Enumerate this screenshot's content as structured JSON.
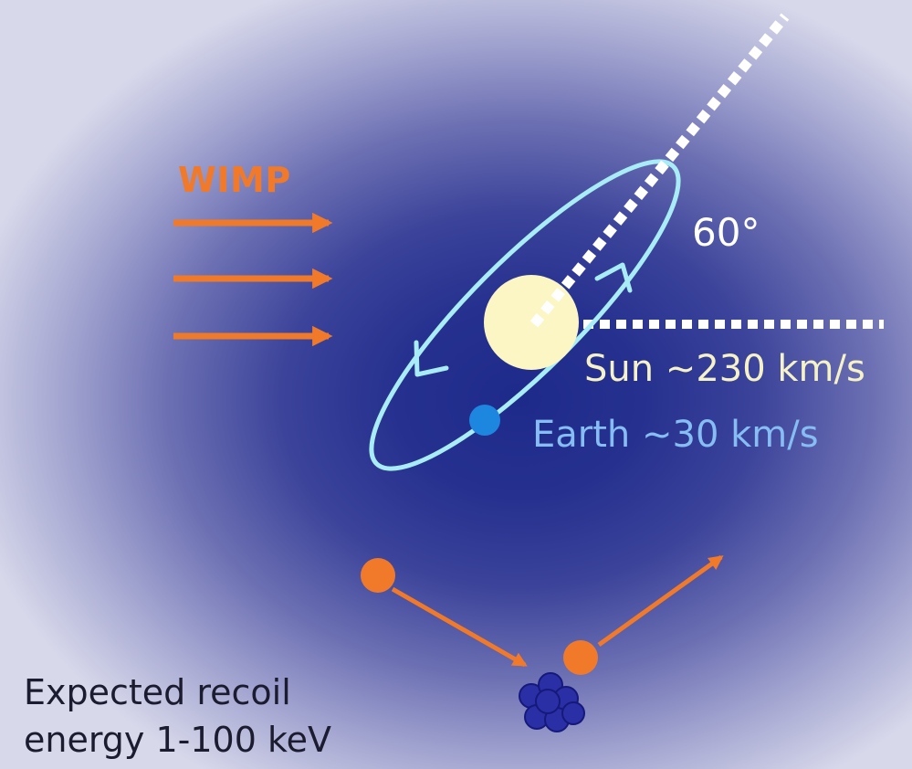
{
  "labels": {
    "wimp": "WIMP",
    "angle": "60°",
    "sun": "Sun ~230 km/s",
    "earth": "Earth ~30 km/s",
    "recoil": "Expected recoil energy 1-100 keV"
  },
  "colors": {
    "wimp": "#f07a2a",
    "orbit": "#a8ecf6",
    "sun": "#fbf6c3",
    "sun_text": "#f6f2c8",
    "earth": "#1d86de",
    "earth_text": "#86bdf3",
    "angle_text": "#ffffff",
    "dotted_line": "#ffffff",
    "nucleus": "#2a2fa6",
    "recoil_text": "#1c1c30"
  }
}
